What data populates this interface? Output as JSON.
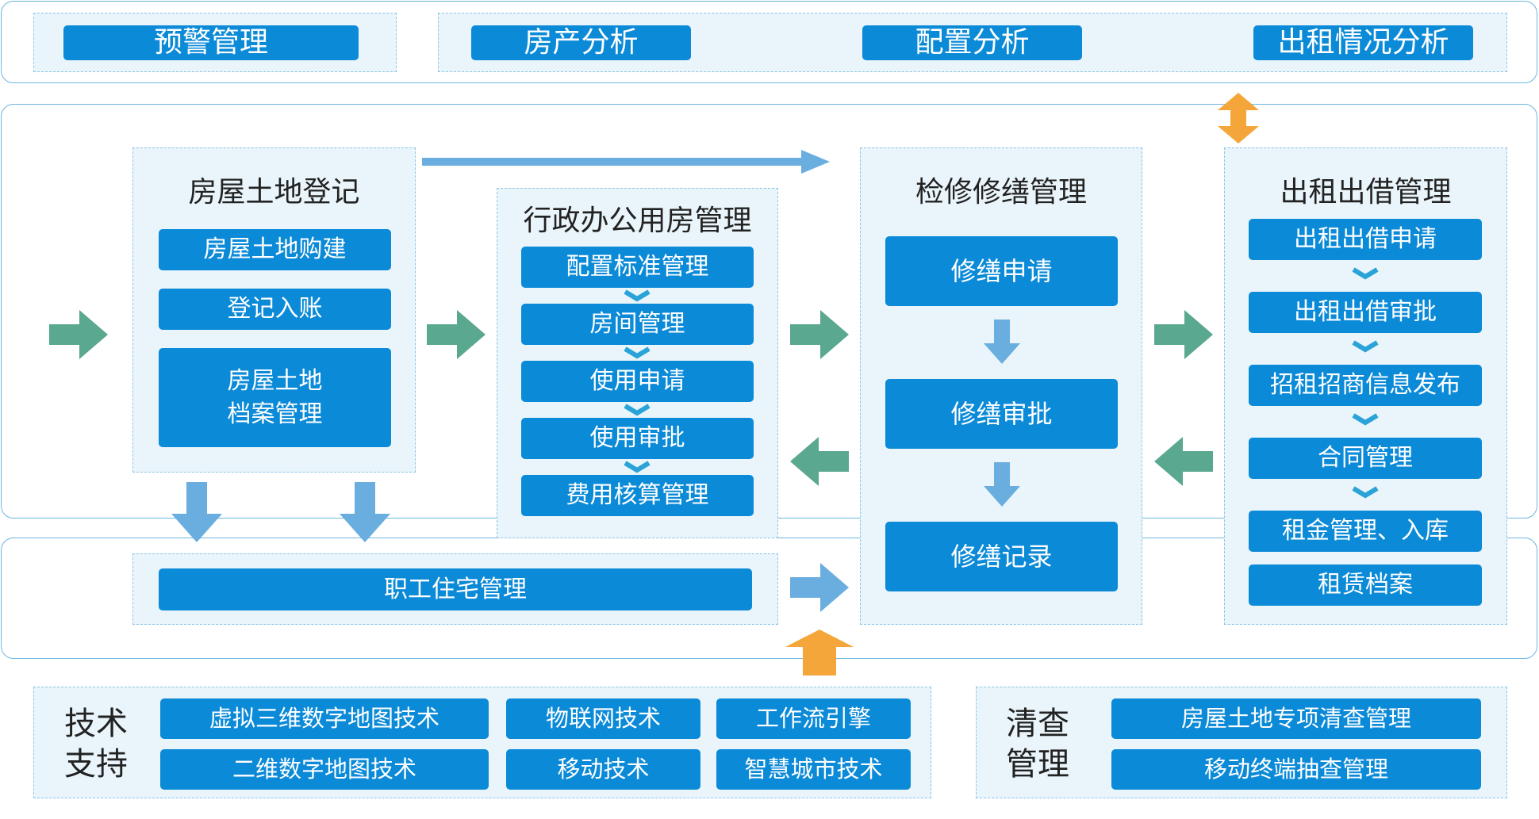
{
  "top": {
    "warning": "预警管理",
    "property_analysis": "房产分析",
    "config_analysis": "配置分析",
    "rental_analysis": "出租情况分析"
  },
  "registration": {
    "title": "房屋土地登记",
    "items": [
      "房屋土地购建",
      "登记入账",
      "房屋土地\n档案管理"
    ]
  },
  "admin_office": {
    "title": "行政办公用房管理",
    "items": [
      "配置标准管理",
      "房间管理",
      "使用申请",
      "使用审批",
      "费用核算管理"
    ]
  },
  "repair": {
    "title": "检修修缮管理",
    "items": [
      "修缮申请",
      "修缮审批",
      "修缮记录"
    ]
  },
  "rental": {
    "title": "出租出借管理",
    "items": [
      "出租出借申请",
      "出租出借审批",
      "招租招商信息发布",
      "合同管理",
      "租金管理、入库",
      "租赁档案"
    ]
  },
  "staff_housing": "职工住宅管理",
  "tech_support": {
    "title": "技术\n支持",
    "items": [
      "虚拟三维数字地图技术",
      "物联网技术",
      "工作流引擎",
      "二维数字地图技术",
      "移动技术",
      "智慧城市技术"
    ]
  },
  "inspection": {
    "title": "清查\n管理",
    "items": [
      "房屋土地专项清查管理",
      "移动终端抽查管理"
    ]
  },
  "colors": {
    "button": "#0b8ad8",
    "zone_fill": "#eaf5fb",
    "green_arrow": "#5aa88f",
    "blue_arrow": "#6aaee0",
    "orange_arrow": "#f5a63a"
  }
}
